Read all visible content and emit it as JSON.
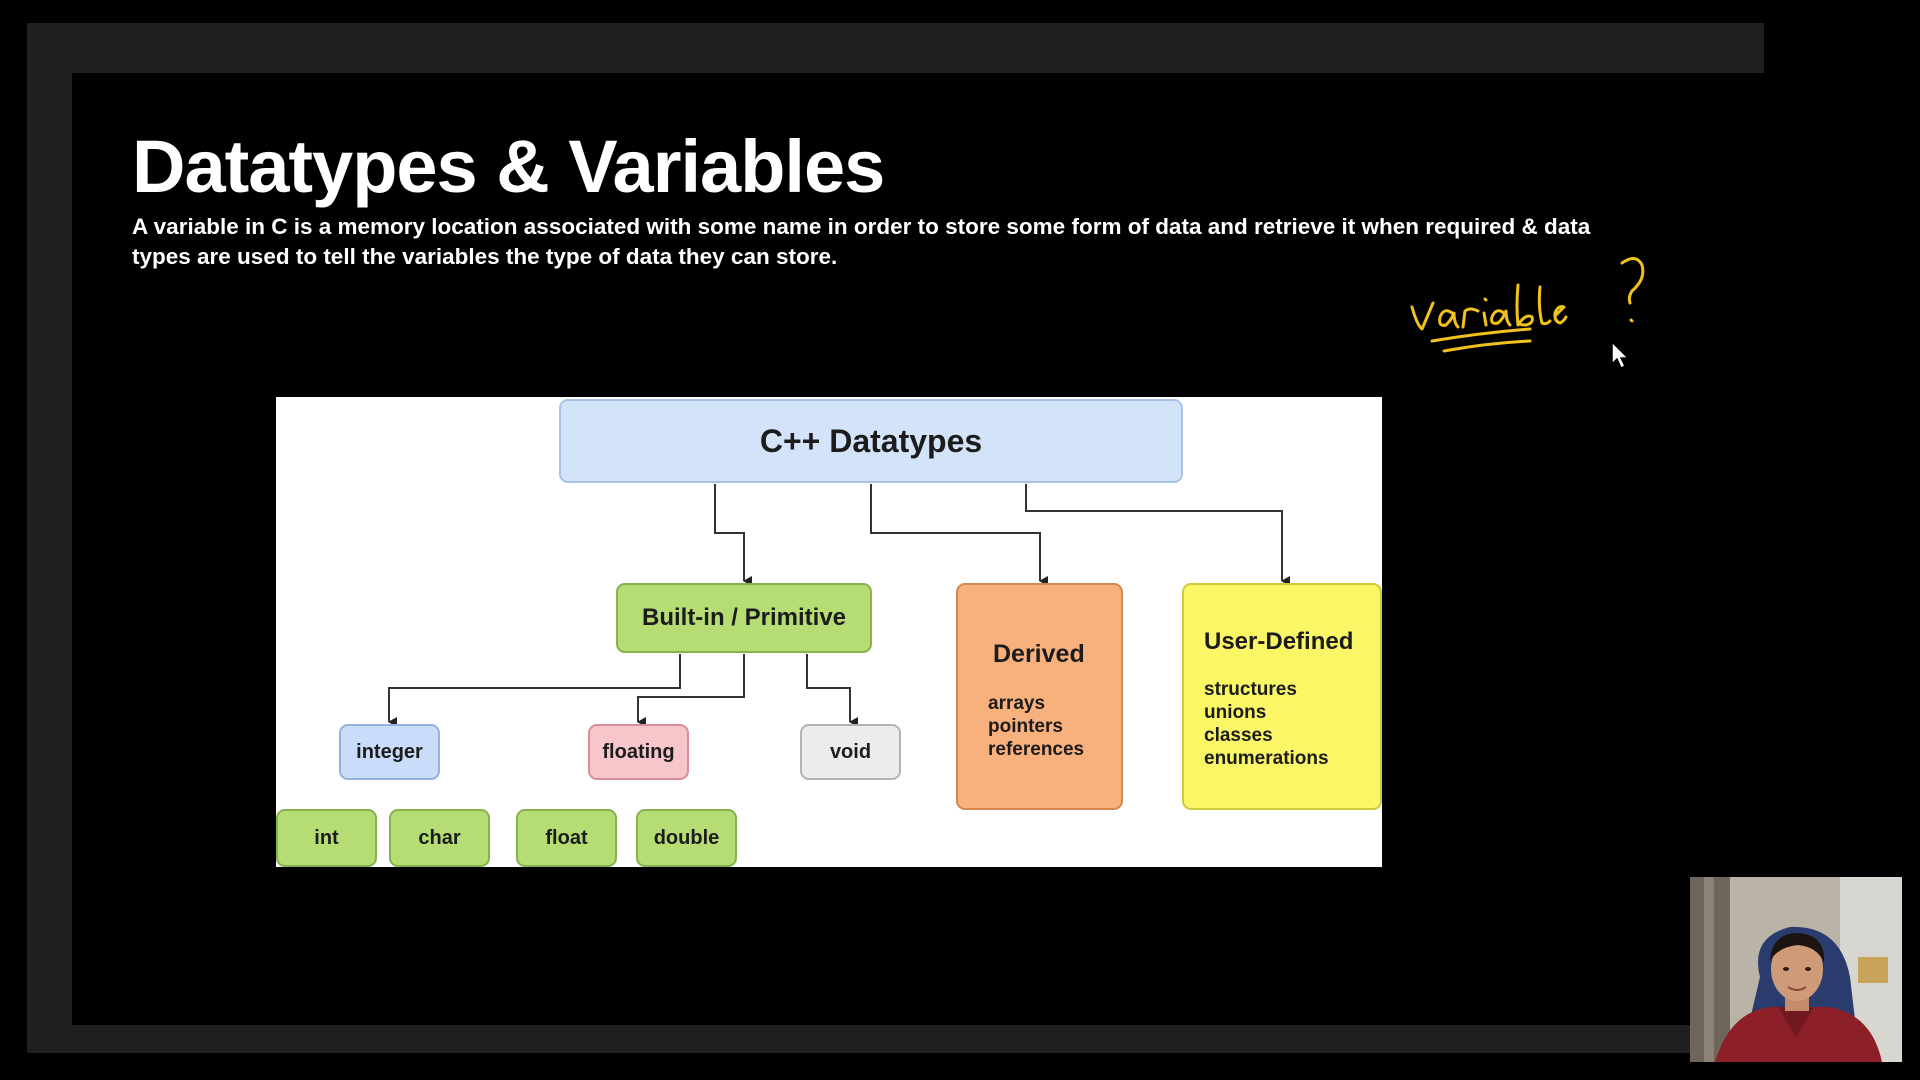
{
  "slide": {
    "title": "Datatypes & Variables",
    "description": "A variable in C is a memory location associated with some name in order to store some form of data and retrieve it when required & data types are used to tell the variables the type of data they can store."
  },
  "annotation": {
    "handwritten_text": "variable",
    "mark": "?",
    "color": "#f2c21c"
  },
  "diagram": {
    "root": "C++ Datatypes",
    "builtin": {
      "label": "Built-in / Primitive",
      "children": [
        "integer",
        "floating",
        "void"
      ],
      "integer_leaves": [
        "int",
        "char"
      ],
      "floating_leaves": [
        "float",
        "double"
      ]
    },
    "derived": {
      "label": "Derived",
      "items": [
        "arrays",
        "pointers",
        "references"
      ]
    },
    "user_defined": {
      "label": "User-Defined",
      "items": [
        "structures",
        "unions",
        "classes",
        "enumerations"
      ]
    }
  },
  "icons": {
    "cursor": "mouse-pointer-icon"
  }
}
